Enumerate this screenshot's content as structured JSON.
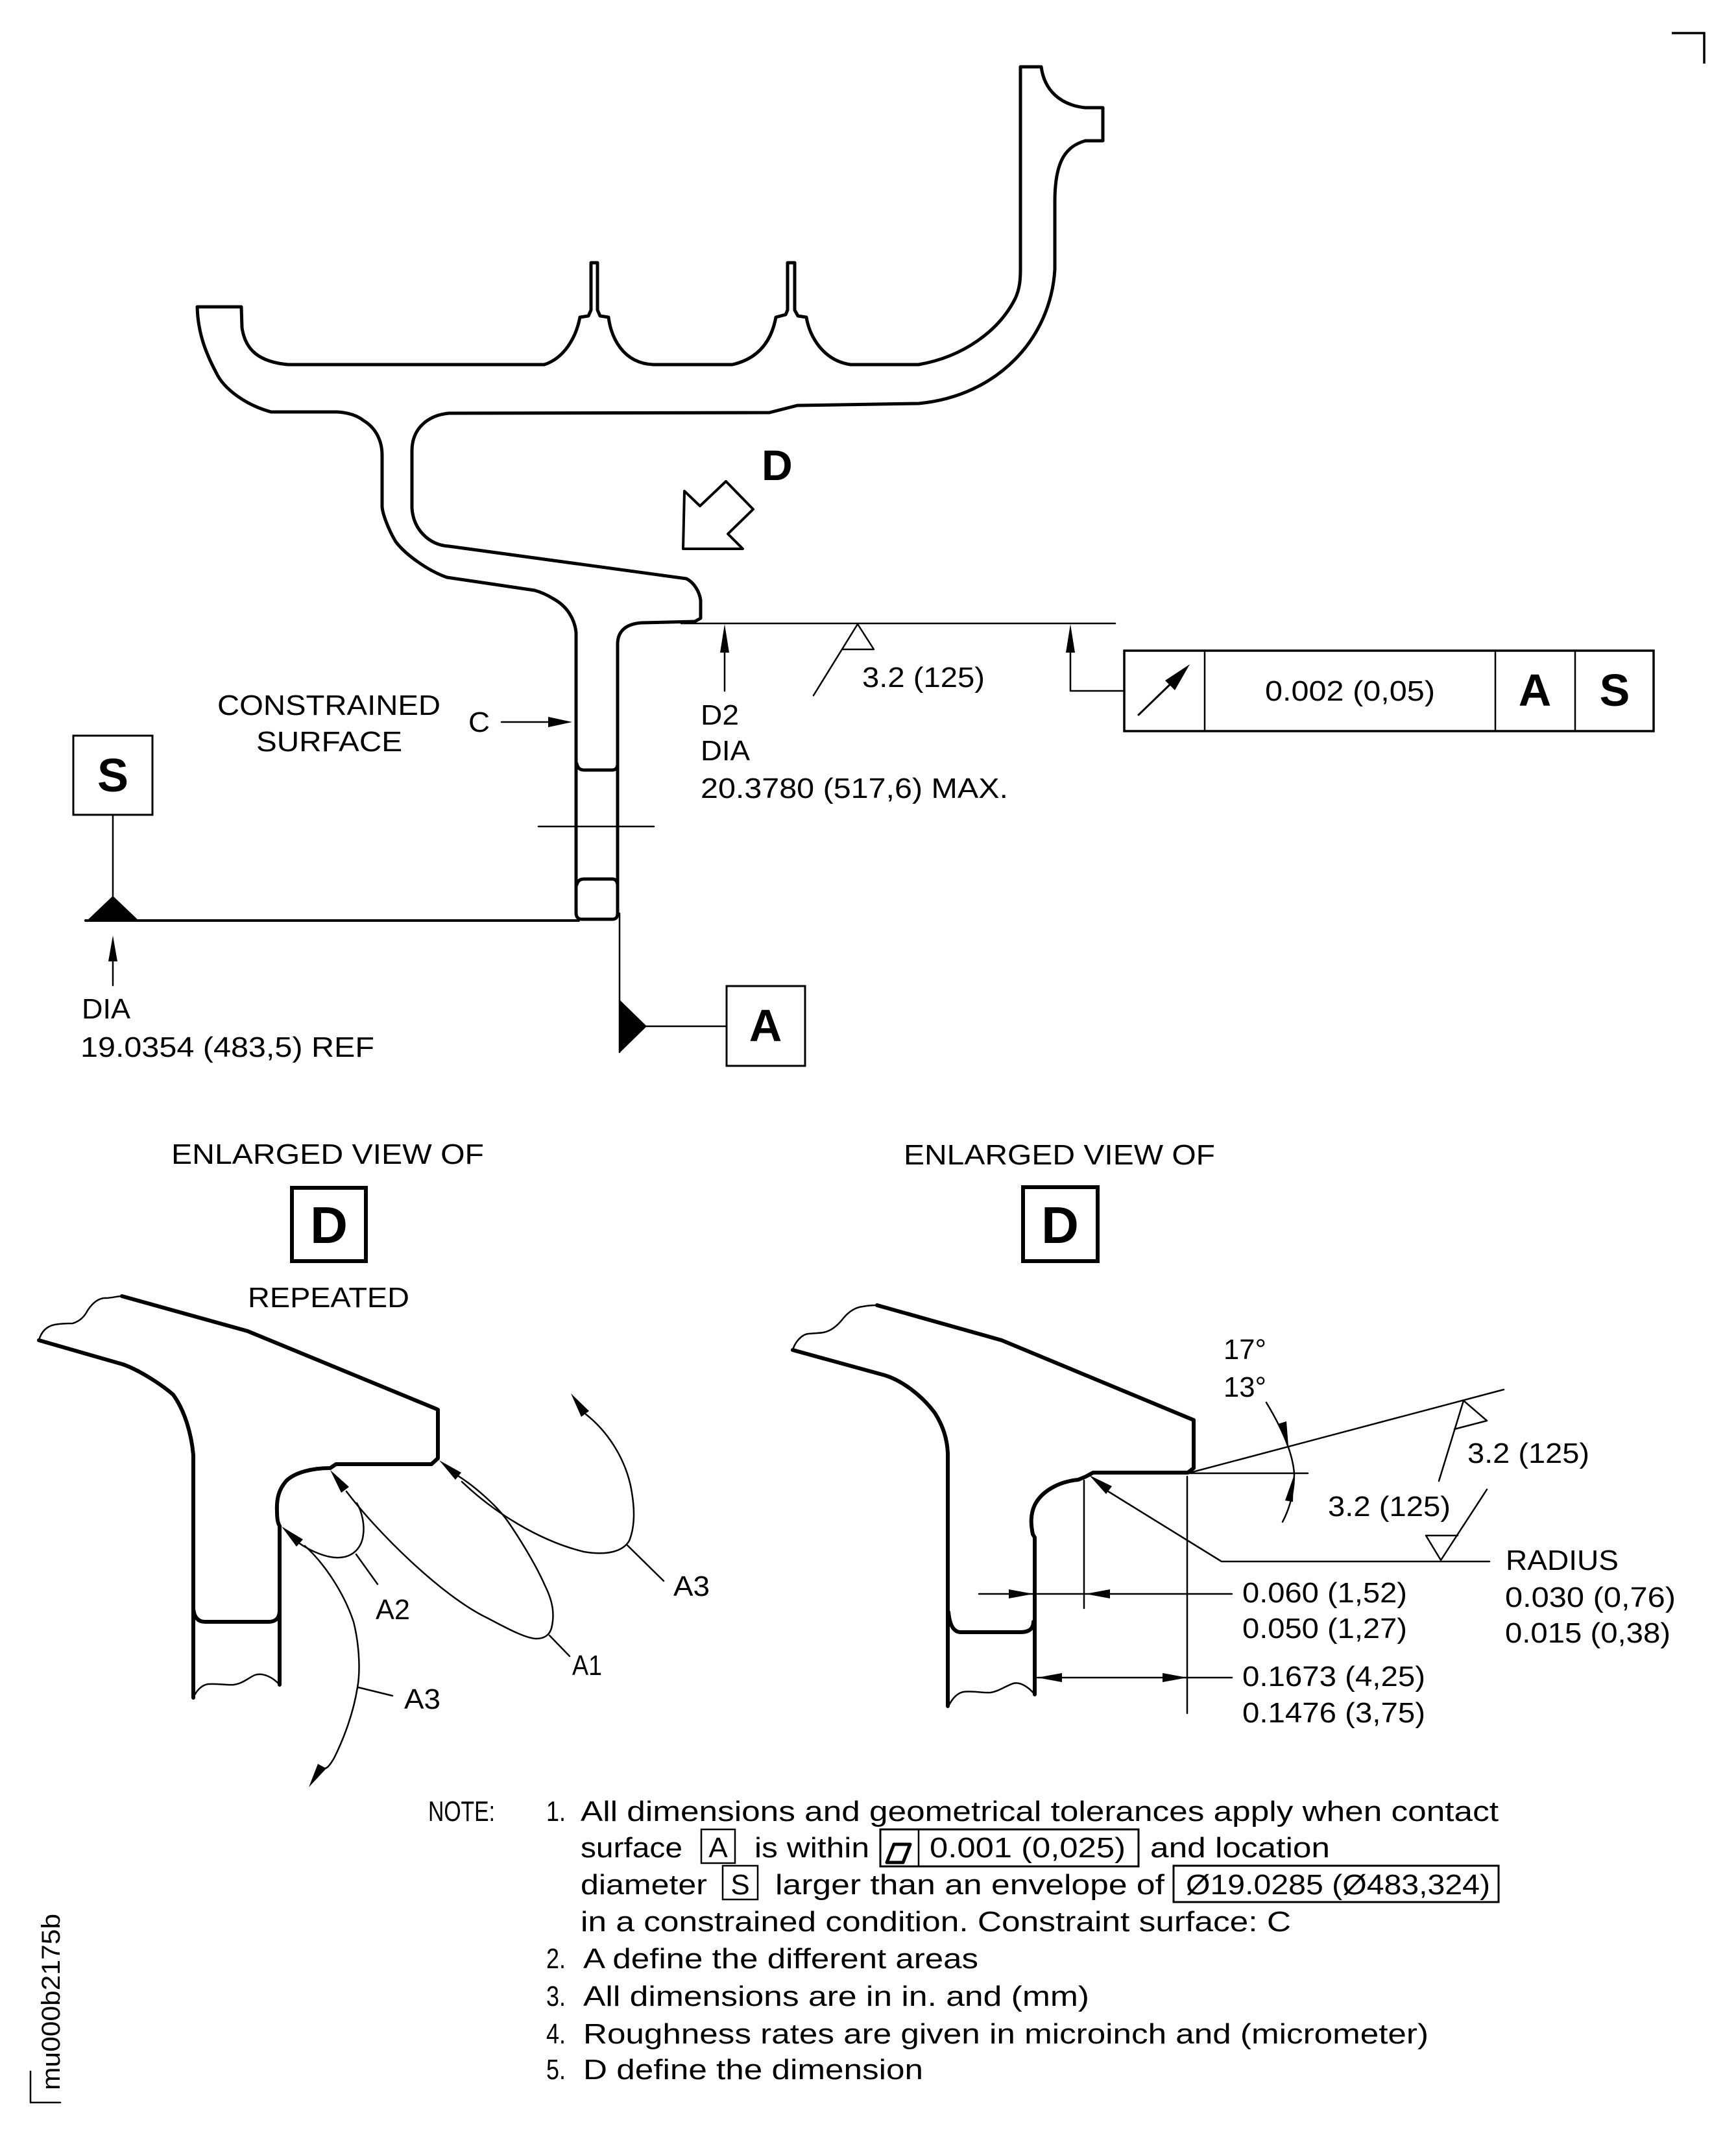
{
  "document": {
    "drawing_id": "mu000b2175b",
    "colors": {
      "ink": "#000000",
      "paper": "#ffffff"
    }
  },
  "main_view": {
    "view_marker": {
      "label": "D",
      "icon": "view-direction-arrow-icon"
    },
    "constrained_surface": {
      "line1": "CONSTRAINED",
      "line2": "SURFACE",
      "ref": "C"
    },
    "datum_s": {
      "label": "S",
      "dia_label": "DIA",
      "dia_value": "19.0354 (483,5) REF",
      "icon": "datum-triangle-icon"
    },
    "datum_a": {
      "label": "A",
      "icon": "datum-triangle-icon"
    },
    "d2": {
      "label": "D2",
      "dia_label": "DIA",
      "value": "20.3780 (517,6) MAX."
    },
    "roughness": {
      "value": "3.2 (125)",
      "icon": "surface-roughness-icon"
    },
    "feature_control_frame": {
      "symbol": "circular-runout-icon",
      "tolerance": "0.002 (0,05)",
      "primary_datum": "A",
      "secondary_datum": "S"
    }
  },
  "enlarged_view_left": {
    "title": "ENLARGED VIEW OF",
    "marker": "D",
    "subtitle": "REPEATED",
    "areas": {
      "a1": "A1",
      "a2": "A2",
      "a3_upper": "A3",
      "a3_lower": "A3"
    }
  },
  "enlarged_view_right": {
    "title": "ENLARGED VIEW OF",
    "marker": "D",
    "angle": {
      "max": "17°",
      "min": "13°"
    },
    "roughness_face": "3.2 (125)",
    "roughness_radius": "3.2 (125)",
    "radius": {
      "label": "RADIUS",
      "max": "0.030 (0,76)",
      "min": "0.015 (0,38)"
    },
    "dim_radius_offset": {
      "max": "0.060 (1,52)",
      "min": "0.050 (1,27)"
    },
    "dim_face_offset": {
      "max": "0.1673 (4,25)",
      "min": "0.1476 (3,75)"
    }
  },
  "notes": {
    "heading": "NOTE:",
    "n1": {
      "number": "1.",
      "line1": "All dimensions and geometrical tolerances apply when contact",
      "line2_pre": "surface",
      "datum_a": "A",
      "line2_mid": "is within",
      "flatness_symbol": "flatness-icon",
      "flatness_tolerance": "0.001  (0,025)",
      "line2_post": "and location",
      "line3_pre": "diameter",
      "datum_s": "S",
      "line3_mid": "larger than an envelope of",
      "envelope": "Ø19.0285 (Ø483,324)",
      "line4": "in a constrained condition. Constraint surface: C"
    },
    "n2": {
      "number": "2.",
      "text": "A define the different areas"
    },
    "n3": {
      "number": "3.",
      "text": "All dimensions are in in. and (mm)"
    },
    "n4": {
      "number": "4.",
      "text": "Roughness rates are given in microinch and (micrometer)"
    },
    "n5": {
      "number": "5.",
      "text": "D define the dimension"
    }
  }
}
